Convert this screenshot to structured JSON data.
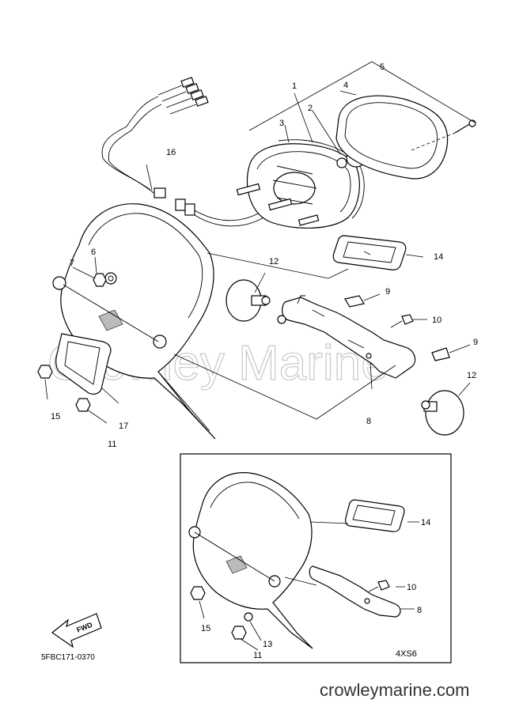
{
  "watermark": "Crowley Marine",
  "footer_site": "crowleymarine.com",
  "diagram_code": "5FBC171-0370",
  "inset_label": "4XS6",
  "fwd_label": "FWD",
  "callouts_main": [
    "1",
    "2",
    "3",
    "4",
    "5",
    "6",
    "7",
    "8",
    "9",
    "9",
    "10",
    "11",
    "12",
    "12",
    "14",
    "15",
    "16",
    "17"
  ],
  "callouts_inset": [
    "8",
    "10",
    "11",
    "13",
    "14",
    "15"
  ]
}
